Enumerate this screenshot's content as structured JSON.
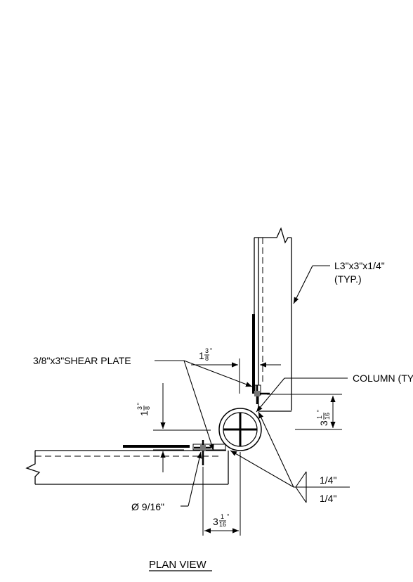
{
  "labels": {
    "angle": "L3\"x3\"x1/4\"",
    "angle_typ": "(TYP.)",
    "shear_plate": "3/8\"x3\"SHEAR PLATE",
    "column": "COLUMN (TYP.)",
    "hole": "Ø 9/16\"",
    "weld_top": "1/4\"",
    "weld_bottom": "1/4\"",
    "title": "PLAN VIEW"
  },
  "dims": {
    "top_whole": "1",
    "top_num": "3",
    "top_den": "8",
    "left_whole": "1",
    "left_num": "3",
    "left_den": "8",
    "right_whole": "3",
    "right_num": "1",
    "right_den": "16",
    "bottom_whole": "3",
    "bottom_num": "1",
    "bottom_den": "16"
  }
}
